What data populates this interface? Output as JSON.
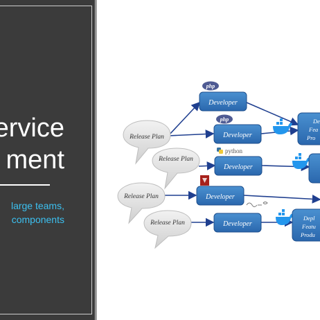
{
  "slide": {
    "title_line1": "ervice",
    "title_line2": "ment",
    "subtitle_line1": "large teams,",
    "subtitle_line2": "components"
  },
  "diagram": {
    "release_plans": [
      "Release Plan",
      "Release Plan",
      "Release Plan",
      "Release Plan"
    ],
    "developer_label": "Developer",
    "php_label": "php",
    "python_label": "python",
    "deploy_labels": [
      "De",
      "Fea",
      "Pro"
    ],
    "deploy_bottom": [
      "Depl",
      "Featu",
      "Produ"
    ],
    "accent_color": "#2e6db4"
  }
}
